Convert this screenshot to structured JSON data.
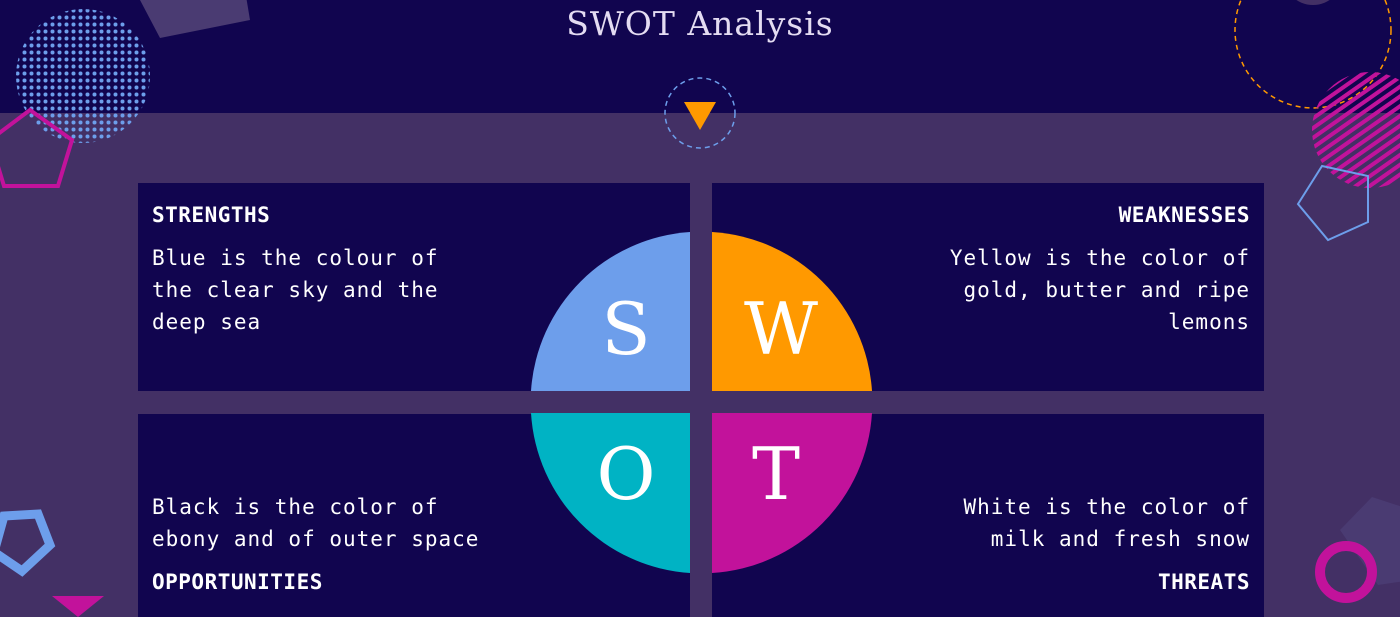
{
  "title": "SWOT Analysis",
  "quadrants": {
    "strengths": {
      "heading": "STRENGTHS",
      "body": "Blue is the colour of\nthe clear sky and the\ndeep sea",
      "letter": "S",
      "color": "#6d9eeb"
    },
    "weaknesses": {
      "heading": "WEAKNESSES",
      "body": "Yellow is the color of\ngold, butter and ripe\nlemons",
      "letter": "W",
      "color": "#ff9900"
    },
    "opportunities": {
      "heading": "OPPORTUNITIES",
      "body": "Black is the color of\nebony and of outer space",
      "letter": "O",
      "color": "#00b3c4"
    },
    "threats": {
      "heading": "THREATS",
      "body": "White is the color of\nmilk and fresh snow",
      "letter": "T",
      "color": "#c2129b"
    }
  },
  "colors": {
    "background": "#11054f",
    "band": "#433065",
    "accent_orange": "#ff9900",
    "accent_magenta": "#c2129b",
    "accent_blue": "#6d9eeb"
  },
  "decorations": [
    "dotted-circle",
    "pentagon-outline",
    "striped-circle",
    "dashed-circle",
    "ring",
    "triangle-marker"
  ]
}
